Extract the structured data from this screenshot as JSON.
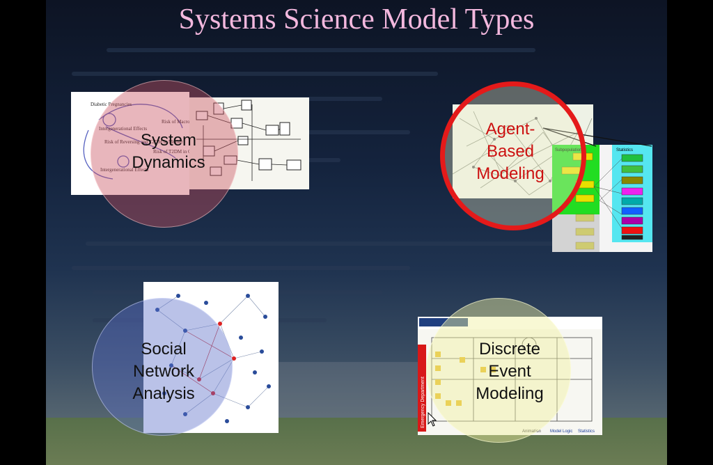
{
  "slide": {
    "title": "Systems Science Model Types"
  },
  "quadrants": {
    "system_dynamics": {
      "label": "System\nDynamics",
      "diagram_text": [
        "Diabetic Pregnancies",
        "Intergenerational Effects",
        "Risk of Macrosomia",
        "Risk of Reversing and T2DM in Mother",
        "Risk of T2DM in Offspring",
        "Intergenerational Effects"
      ]
    },
    "agent_based": {
      "label": "Agent-\nBased\nModeling",
      "panel_text": [
        "Subpopulations",
        "Statistics"
      ]
    },
    "social_network": {
      "label": "Social\nNetwork\nAnalysis"
    },
    "discrete_event": {
      "label": "Discrete\nEvent\nModeling",
      "panel_text": [
        "Emergency Department",
        "Animation",
        "Model Logic",
        "Statistics"
      ]
    }
  },
  "colors": {
    "title": "#f3b8de",
    "agent_ring": "#e41a1a",
    "agent_label": "#cc1010",
    "sd_circle": "#7a2530",
    "sna_circle": "#3b4f9a",
    "de_circle": "#e8e890"
  }
}
